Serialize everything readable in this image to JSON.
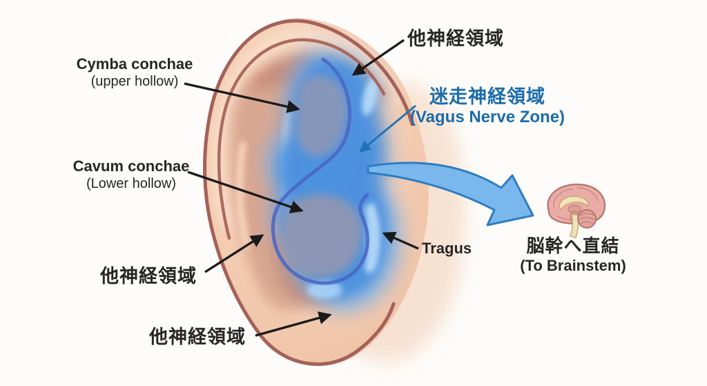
{
  "title": "Auricular vagus nerve zone diagram",
  "labels": {
    "cymba": {
      "title": "Cymba conchae",
      "subtitle": "(upper hollow)"
    },
    "other_nerve_top": "他神経領域",
    "vagus": {
      "title": "迷走神経領域",
      "subtitle": "(Vagus Nerve Zone)"
    },
    "cavum": {
      "title": "Cavum conchae",
      "subtitle": "(Lower hollow)"
    },
    "other_nerve_left": "他神経領域",
    "other_nerve_bottom": "他神経領域",
    "tragus": "Tragus",
    "brainstem": {
      "title": "脳幹へ直結",
      "subtitle": "(To Brainstem)"
    }
  },
  "icons": {
    "brain": "brain-sagittal-icon",
    "big_arrow": "curved-arrow-to-brainstem"
  },
  "colors": {
    "background": "#fdfcfa",
    "label_text": "#262626",
    "vagus_text": "#1b6cab",
    "arrow_black": "#1a1a1a",
    "arrow_blue": "#2273b5",
    "big_arrow_fill": "#79b7ec",
    "big_arrow_stroke": "#2d7cc2",
    "ear_skin": "#f3c9ad",
    "ear_outline": "#a4615a",
    "vagus_zone_blue": "#4a90dd",
    "concha_outline_blue": "#4a67c5"
  }
}
